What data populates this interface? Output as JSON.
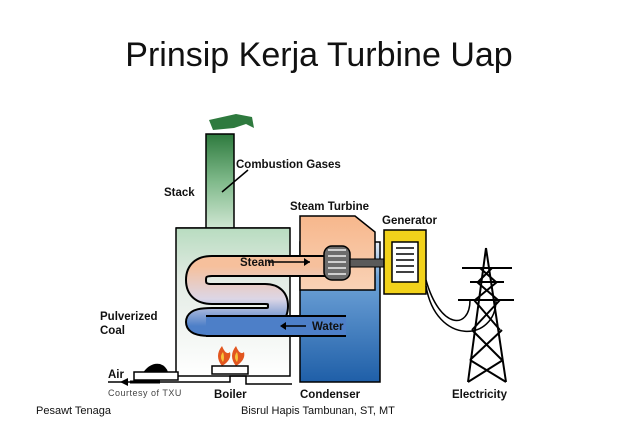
{
  "slide": {
    "title": "Prinsip Kerja Turbine Uap"
  },
  "diagram": {
    "labels": {
      "combustion_gases": "Combustion Gases",
      "stack": "Stack",
      "steam_turbine": "Steam Turbine",
      "generator": "Generator",
      "steam": "Steam",
      "water": "Water",
      "pulverized": "Pulverized",
      "coal": "Coal",
      "air": "Air",
      "courtesy": "Courtesy of TXU",
      "boiler": "Boiler",
      "condenser": "Condenser",
      "electricity": "Electricity"
    },
    "colors": {
      "stack_top": "#2e7a3e",
      "steam_pipe": "#f2b38a",
      "water_pipe": "#4d7fc8",
      "generator": "#f2d21b",
      "turbine_housing": "#f5a77a",
      "condenser_water": "#1f6fb8"
    }
  },
  "footer": {
    "left": "Pesawt Tenaga",
    "center": "Bisrul Hapis Tambunan, ST, MT"
  }
}
